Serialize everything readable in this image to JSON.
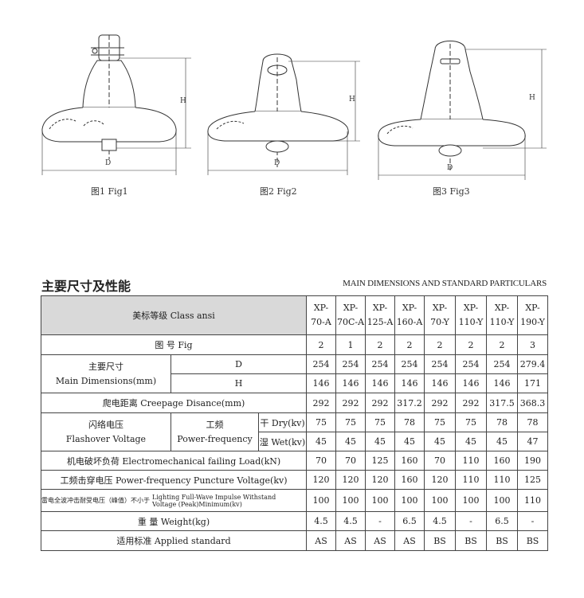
{
  "figures": [
    {
      "caption": "图1 Fig1",
      "d_label": "D",
      "h_label": "H"
    },
    {
      "caption": "图2 Fig2",
      "d_label": "D",
      "h_label": "H"
    },
    {
      "caption": "图3 Fig3",
      "d_label": "D",
      "h_label": "H"
    }
  ],
  "heading": {
    "cn": "主要尺寸及性能",
    "en": "MAIN DIMENSIONS AND STANDARD PARTICULARS"
  },
  "table": {
    "class_label": "美标等级  Class ansi",
    "models": [
      {
        "top": "XP-",
        "bottom": "70-A"
      },
      {
        "top": "XP-",
        "bottom": "70C-A"
      },
      {
        "top": "XP-",
        "bottom": "125-A"
      },
      {
        "top": "XP-",
        "bottom": "160-A"
      },
      {
        "top": "XP-",
        "bottom": "70-Y"
      },
      {
        "top": "XP-",
        "bottom": "110-Y"
      },
      {
        "top": "XP-",
        "bottom": "110-Y"
      },
      {
        "top": "XP-",
        "bottom": "190-Y"
      }
    ],
    "fig_label": "图  号  Fig",
    "fig": [
      "2",
      "1",
      "2",
      "2",
      "2",
      "2",
      "2",
      "3"
    ],
    "main_dim_cn": "主要尺寸",
    "main_dim_en": "Main Dimensions(mm)",
    "d_label": "D",
    "d": [
      "254",
      "254",
      "254",
      "254",
      "254",
      "254",
      "254",
      "279.4"
    ],
    "h_label": "H",
    "h": [
      "146",
      "146",
      "146",
      "146",
      "146",
      "146",
      "146",
      "171"
    ],
    "creepage_label": "爬电距离  Creepage Disance(mm)",
    "creepage": [
      "292",
      "292",
      "292",
      "317.2",
      "292",
      "292",
      "317.5",
      "368.3"
    ],
    "flashover_cn": "闪络电压",
    "flashover_en": "Flashover Voltage",
    "pf_cn": "工频",
    "pf_en": "Power-frequency",
    "dry_label": "干 Dry(kv)",
    "dry": [
      "75",
      "75",
      "75",
      "78",
      "75",
      "75",
      "78",
      "78"
    ],
    "wet_label": "湿 Wet(kv)",
    "wet": [
      "45",
      "45",
      "45",
      "45",
      "45",
      "45",
      "45",
      "47"
    ],
    "emload_label": "机电破坏负荷  Electromechanical failing Load(kN)",
    "emload": [
      "70",
      "70",
      "125",
      "160",
      "70",
      "110",
      "160",
      "190"
    ],
    "puncture_label": "工频击穿电压  Power-frequency Puncture Voltage(kv)",
    "puncture": [
      "120",
      "120",
      "120",
      "160",
      "120",
      "110",
      "110",
      "125"
    ],
    "lightning_cn": "雷电全波冲击耐受电压（峰值）不小于",
    "lightning_en": "Lighting Full-Wave Impulse Withstand Voltage (Peak)Minimum(kv)",
    "lightning": [
      "100",
      "100",
      "100",
      "100",
      "100",
      "100",
      "100",
      "110"
    ],
    "weight_label": "重  量  Weight(kg)",
    "weight": [
      "4.5",
      "4.5",
      "-",
      "6.5",
      "4.5",
      "-",
      "6.5",
      "-"
    ],
    "standard_label": "适用标准  Applied standard",
    "standard": [
      "AS",
      "AS",
      "AS",
      "AS",
      "BS",
      "BS",
      "BS",
      "BS"
    ]
  }
}
